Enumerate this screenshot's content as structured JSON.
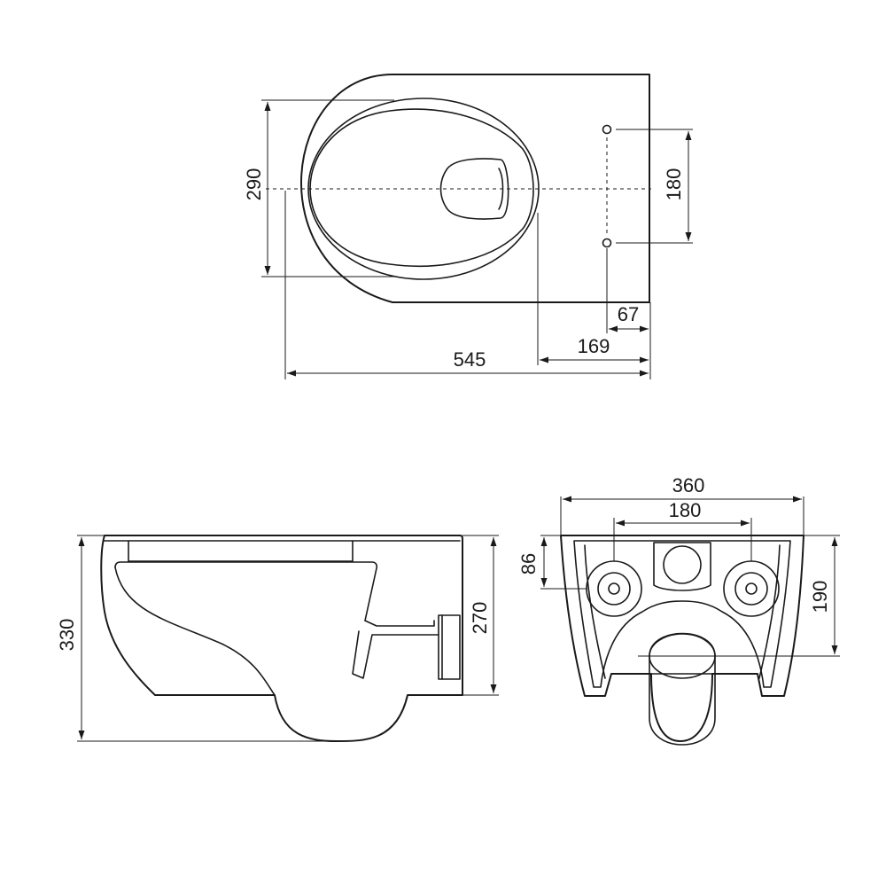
{
  "dimensions": {
    "top_view": {
      "depth_total": "545",
      "bolt_to_back_far": "169",
      "bolt_to_back_near": "67",
      "bowl_width": "290",
      "bolt_spacing": "180"
    },
    "side_view": {
      "height_total": "330",
      "height_rim": "270"
    },
    "rear_view": {
      "width_total": "360",
      "bolt_spacing": "180",
      "bolt_height": "86",
      "outlet_height": "190"
    }
  }
}
